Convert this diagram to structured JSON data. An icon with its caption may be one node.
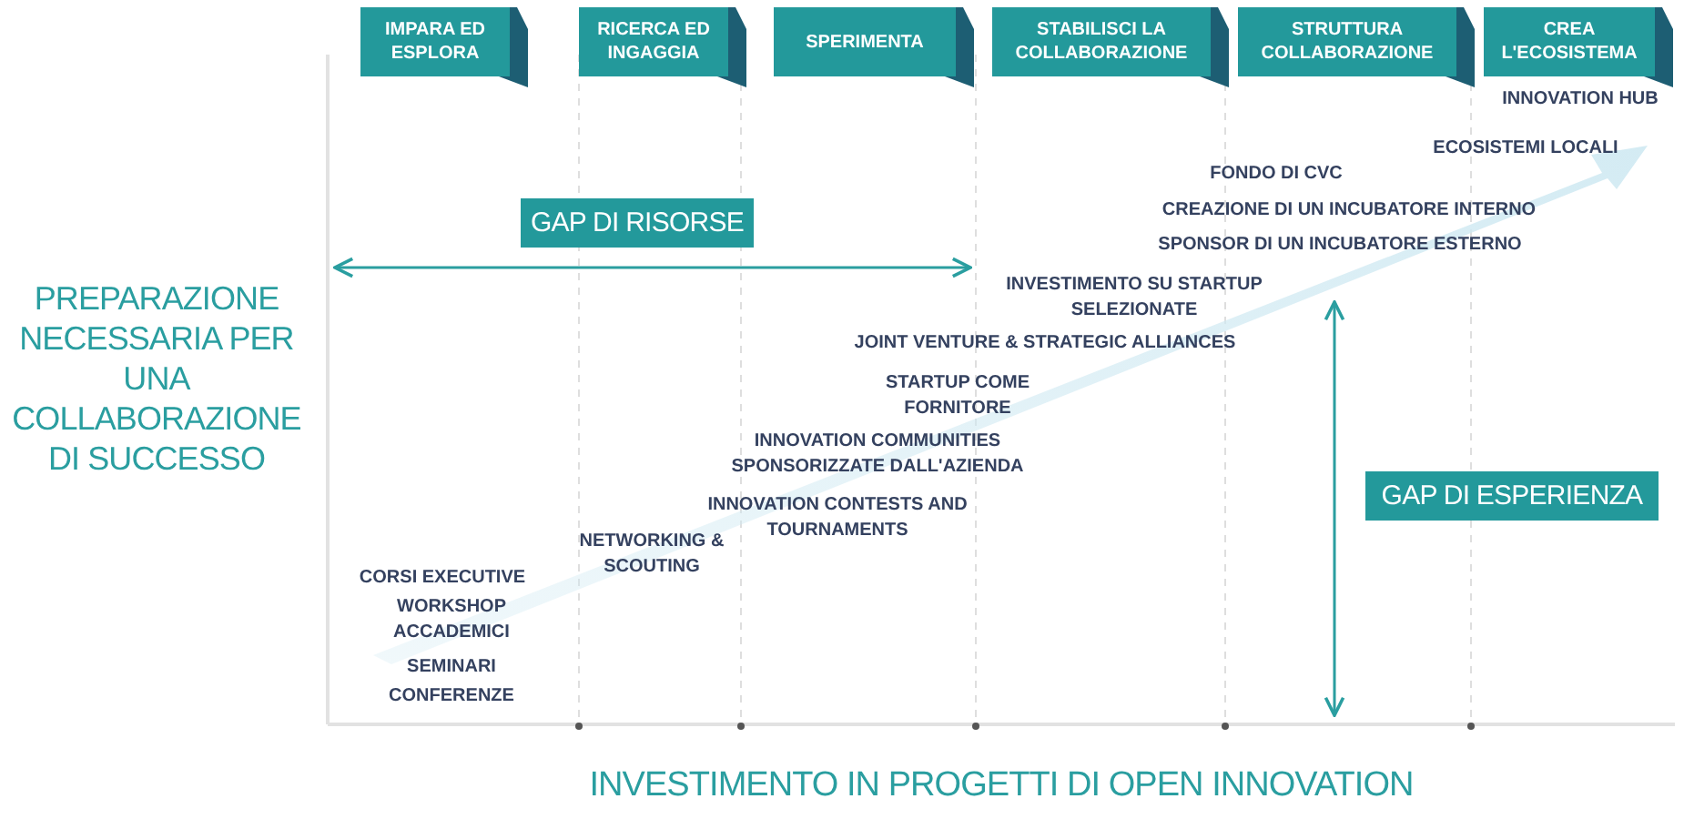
{
  "diagram": {
    "nodes": [
      {
        "text": [
          "IMPARA ED ESPLORA"
        ]
      },
      {
        "text": [
          "RICERCA ED INGAGGIA"
        ]
      },
      {
        "text": [
          "SPERIMENTA"
        ]
      },
      {
        "text": [
          "STABILISCI LA COLLABORAZIONE"
        ]
      },
      {
        "text": [
          "STRUTTURA COLLABORAZIONE"
        ]
      },
      {
        "text": [
          "CREA L'ECOSISTEMA"
        ]
      },
      {
        "text": [
          "GAP DI RISORSE"
        ]
      },
      {
        "text": [
          "GAP DI ESPERIENZA"
        ]
      }
    ],
    "labels": [
      "INNOVATION HUB",
      "ECOSISTEMI LOCALI",
      "FONDO DI CVC",
      "CREAZIONE DI UN INCUBATORE INTERNO",
      "SPONSOR DI UN INCUBATORE ESTERNO",
      "INVESTIMENTO SU STARTUP SELEZIONATE",
      "PREPARAZIONE NECESSARIA PER UNA COLLABORAZIONE DI SUCCESSO",
      "JOINT VENTURE & STRATEGIC ALLIANCES",
      "STARTUP COME FORNITORE",
      "INNOVATION COMMUNITIES SPONSORIZZATE DALL'AZIENDA",
      "INNOVATION CONTESTS AND TOURNAMENTS",
      "NETWORKING & SCOUTING",
      "CORSI EXECUTIVE",
      "WORKSHOP ACCADEMICI",
      "SEMINARI",
      "CONFERENZE",
      "INVESTIMENTO IN PROGETTI DI OPEN INNOVATION"
    ]
  }
}
